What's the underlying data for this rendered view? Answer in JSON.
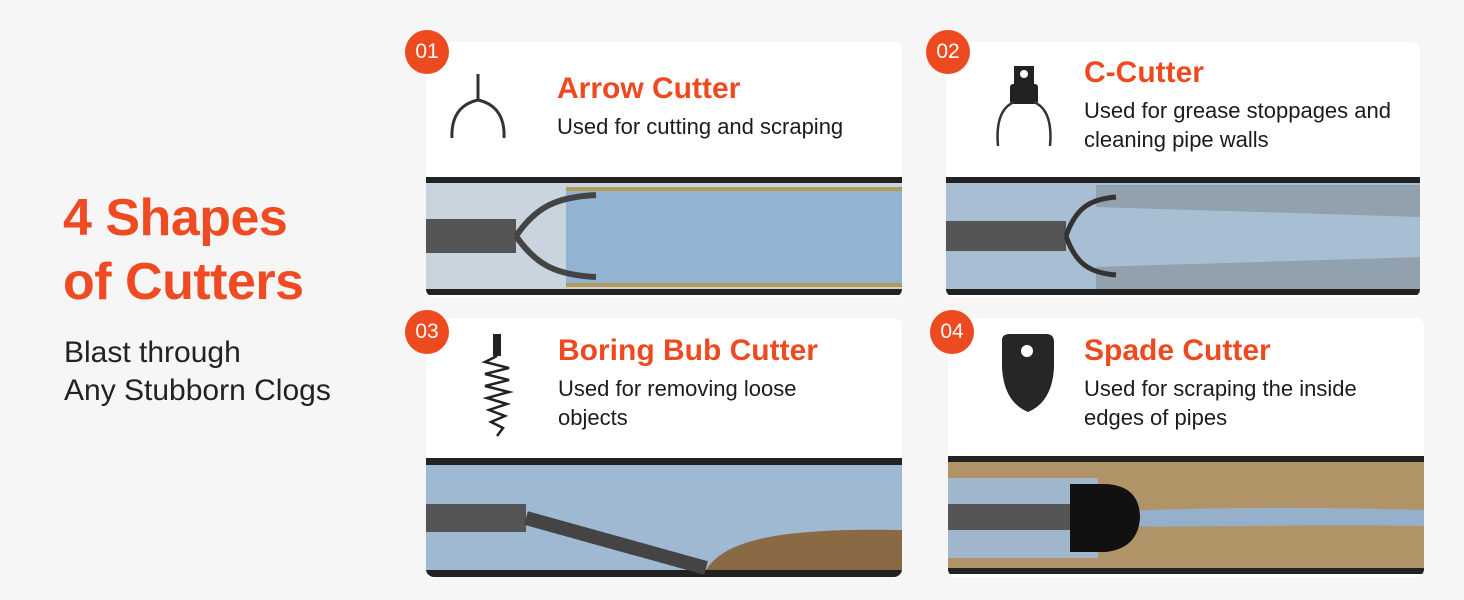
{
  "headline": {
    "line1": "4 Shapes",
    "line2": "of Cutters"
  },
  "subheadline": {
    "line1": "Blast through",
    "line2": "Any Stubborn Clogs"
  },
  "cutters": [
    {
      "number": "01",
      "title": "Arrow Cutter",
      "description": "Used for cutting and scraping",
      "icon": "arrow-cutter-icon"
    },
    {
      "number": "02",
      "title": "C-Cutter",
      "description": "Used for grease stoppages and cleaning pipe walls",
      "icon": "c-cutter-icon"
    },
    {
      "number": "03",
      "title": "Boring Bub Cutter",
      "description": "Used for removing loose objects",
      "icon": "boring-bub-cutter-icon"
    },
    {
      "number": "04",
      "title": "Spade Cutter",
      "description": "Used for scraping the inside edges of pipes",
      "icon": "spade-cutter-icon"
    }
  ],
  "colors": {
    "accent": "#EE4A20",
    "background": "#F6F6F6",
    "pipe_water": "#8FAFD0",
    "pipe_debris": "#A88A5A"
  }
}
